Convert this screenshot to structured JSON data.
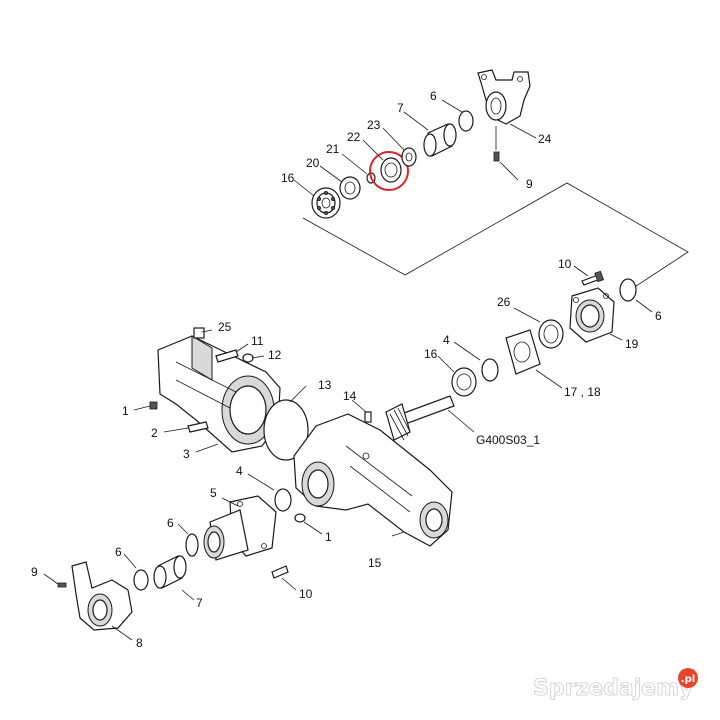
{
  "drawing_code": "G400S03_1",
  "labels": {
    "p1a": "1",
    "p1b": "1",
    "p2": "2",
    "p3": "3",
    "p4a": "4",
    "p4b": "4",
    "p5": "5",
    "p6a": "6",
    "p6b": "6",
    "p6c": "6",
    "p6d": "6",
    "p7a": "7",
    "p7b": "7",
    "p8": "8",
    "p9a": "9",
    "p9b": "9",
    "p10a": "10",
    "p10b": "10",
    "p11": "11",
    "p12": "12",
    "p13": "13",
    "p14": "14",
    "p15": "15",
    "p16a": "16",
    "p16b": "16",
    "p1718": "17 , 18",
    "p19": "19",
    "p20": "20",
    "p21": "21",
    "p22": "22",
    "p23": "23",
    "p24": "24",
    "p25": "25",
    "p26": "26"
  },
  "highlight": {
    "part": "22",
    "color": "#d9262c"
  },
  "watermark": {
    "text": "Sprzedajemy",
    "suffix": ".pl",
    "badge_color": "#e8462a"
  }
}
